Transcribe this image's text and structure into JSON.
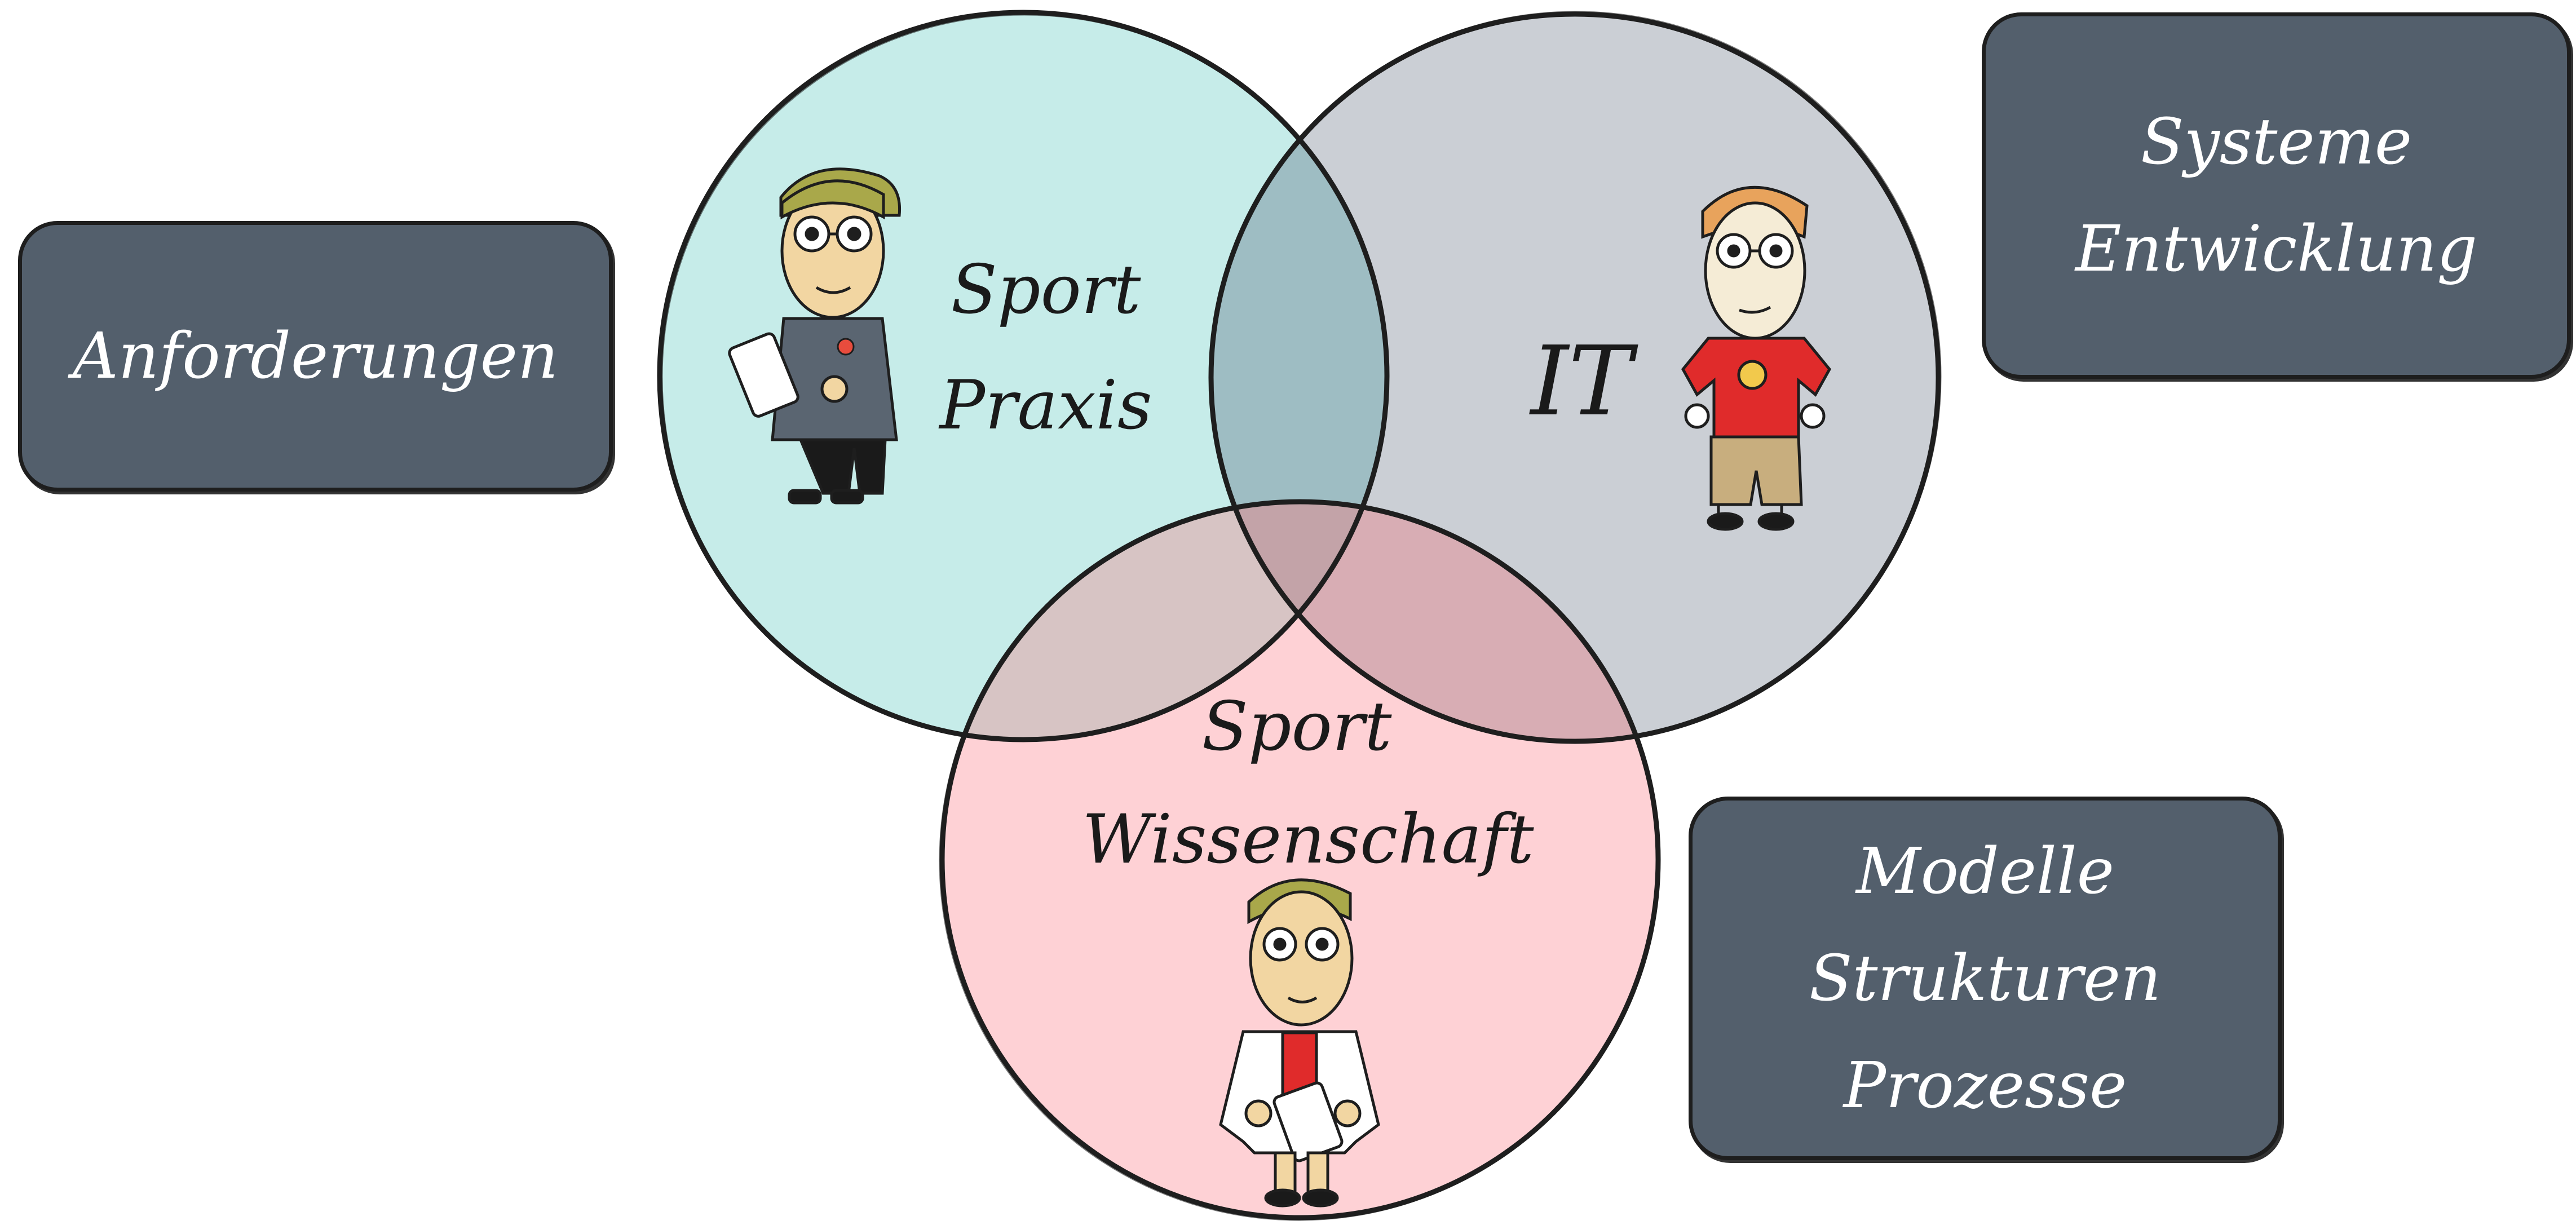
{
  "diagram": {
    "circles": [
      {
        "id": "sport-praxis",
        "lines": [
          "Sport",
          "Praxis"
        ],
        "fill": "#c6ece9"
      },
      {
        "id": "it",
        "lines": [
          "IT"
        ],
        "fill": "#cbcfd5"
      },
      {
        "id": "sport-wissenschaft",
        "lines": [
          "Sport",
          "Wissenschaft"
        ],
        "fill": "#fed1d5"
      }
    ],
    "boxes": {
      "anforderungen": {
        "lines": [
          "Anforderungen"
        ]
      },
      "systeme": {
        "lines": [
          "Systeme",
          "Entwicklung"
        ]
      },
      "modelle": {
        "lines": [
          "Modelle",
          "Strukturen",
          "Prozesse"
        ]
      }
    },
    "colors": {
      "box_fill": "#535f6c",
      "box_text": "#ffffff",
      "outline": "#1e1e1e",
      "overlap_praxis_it": "#9ebdc3",
      "overlap_praxis_wissenschaft": "#d7c4c4",
      "overlap_it_wissenschaft": "#d8adb4",
      "overlap_center": "#c3a3a8"
    },
    "characters": [
      {
        "name": "coach-character",
        "role": "Sport Praxis"
      },
      {
        "name": "it-character",
        "role": "IT"
      },
      {
        "name": "scientist-character",
        "role": "Sport Wissenschaft"
      }
    ]
  }
}
